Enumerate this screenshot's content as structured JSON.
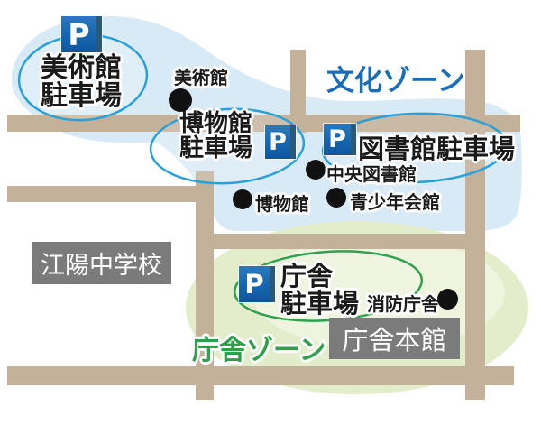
{
  "zones": {
    "culture": {
      "label": "文化ゾーン"
    },
    "government": {
      "label": "庁舎ゾーン"
    }
  },
  "parking_lots": {
    "art_museum": {
      "line1": "美術館",
      "line2": "駐車場"
    },
    "museum": {
      "line1": "博物館",
      "line2": "駐車場"
    },
    "library": {
      "label": "図書館駐車場"
    },
    "government": {
      "line1": "庁舎",
      "line2": "駐車場"
    }
  },
  "facilities": {
    "art_museum": "美術館",
    "central_library": "中央図書館",
    "museum": "博物館",
    "youth_hall": "青少年会館",
    "fire_department": "消防庁舎",
    "school": "江陽中学校",
    "main_building": "庁舎本館"
  },
  "icons": {
    "parking_letter": "P"
  },
  "colors": {
    "road": "#c3b199",
    "zone-blue": "#d8eaf6",
    "zone-green": "#e3edcb",
    "zone-green-light": "#eef4dd",
    "ellipse-blue": "#29a0d8",
    "ellipse-green": "#2da24c",
    "text-blue": "#1a6db6",
    "text-green": "#2f9f4d",
    "box-gray": "#7b7b7b",
    "p-blue": "#1566ae",
    "p-edge": "#2b5a78"
  }
}
